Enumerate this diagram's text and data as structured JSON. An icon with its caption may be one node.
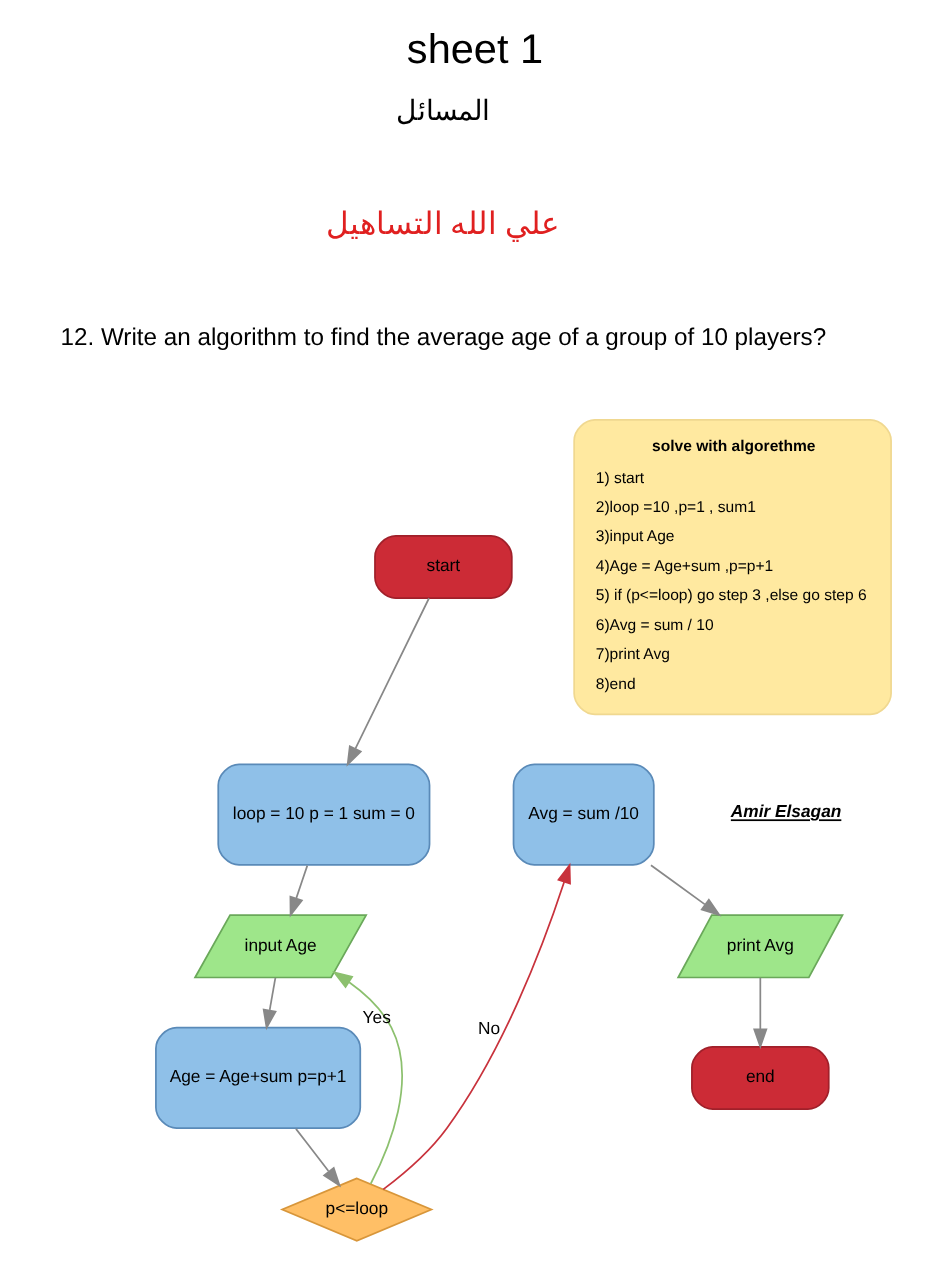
{
  "diagram": {
    "title": "sheet 1",
    "nodes": [
      {
        "text": [
          "start"
        ]
      },
      {
        "text": [
          "loop = 10 p = 1 sum = 0"
        ]
      },
      {
        "text": [
          "input Age"
        ]
      },
      {
        "text": [
          "Age = Age+sum p=p+1"
        ]
      },
      {
        "text": [
          "p<=loop"
        ]
      },
      {
        "text": [
          "Avg = sum /10"
        ]
      },
      {
        "text": [
          "print Avg"
        ]
      },
      {
        "text": [
          "end"
        ]
      },
      {
        "text": [
          "solve with algorethme",
          "1) start",
          "2)loop =10 ,p=1 , sum1",
          "3)input Age",
          "4)Age = Age+sum ,p=p+1",
          "5) if (p<=loop) go step 3 ,else go step 6",
          "6)Avg = sum / 10",
          "7)print Avg",
          "8)end"
        ]
      }
    ],
    "edges": [
      {
        "from": 0,
        "to": 1,
        "arrow": "to"
      },
      {
        "from": 1,
        "to": 2,
        "arrow": "to"
      },
      {
        "from": 2,
        "to": 3,
        "arrow": "to"
      },
      {
        "from": 3,
        "to": 4,
        "arrow": "to"
      },
      {
        "from": 4,
        "to": 2,
        "arrow": "to",
        "label": "Yes",
        "color": "#8cc06e"
      },
      {
        "from": 4,
        "to": 5,
        "arrow": "to",
        "label": "No",
        "color": "#c8323c"
      },
      {
        "from": 5,
        "to": 6,
        "arrow": "to"
      },
      {
        "from": 6,
        "to": 7,
        "arrow": "to"
      }
    ],
    "labels": [
      "المسائل",
      "علي الله التساهيل",
      "12. Write an algorithm to find the average age of a group of 10 players?",
      "Amir Elsagan"
    ]
  }
}
